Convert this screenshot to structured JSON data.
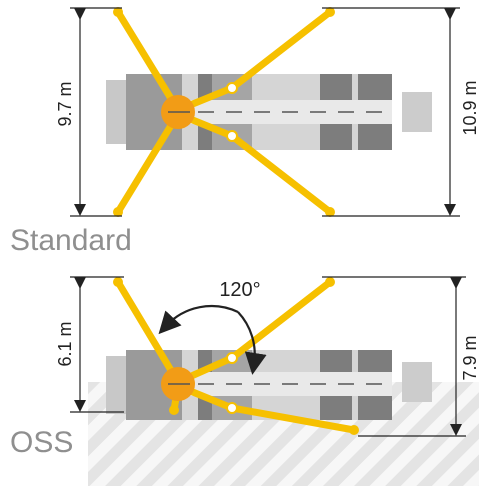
{
  "colors": {
    "accent_yellow": "#f6c000",
    "hub_orange": "#f29c16",
    "truck_dark": "#8a8a8a",
    "truck_mid": "#b3b3b3",
    "truck_light": "#d7d7d7",
    "hatch": "#e6e6e6",
    "dim_line": "#222222",
    "label_gray": "#8f8f8f"
  },
  "standard": {
    "label": "Standard",
    "left_dimension": "9.7 m",
    "right_dimension": "10.9 m"
  },
  "oss": {
    "label": "OSS",
    "left_dimension": "6.1 m",
    "right_dimension": "7.9 m",
    "slew_angle": "120°"
  },
  "icons": {
    "truck": "vehicle-top-view-icon",
    "outriggers": "outrigger-legs-icon",
    "rotation_arrow": "curved-rotation-arrow-icon"
  }
}
